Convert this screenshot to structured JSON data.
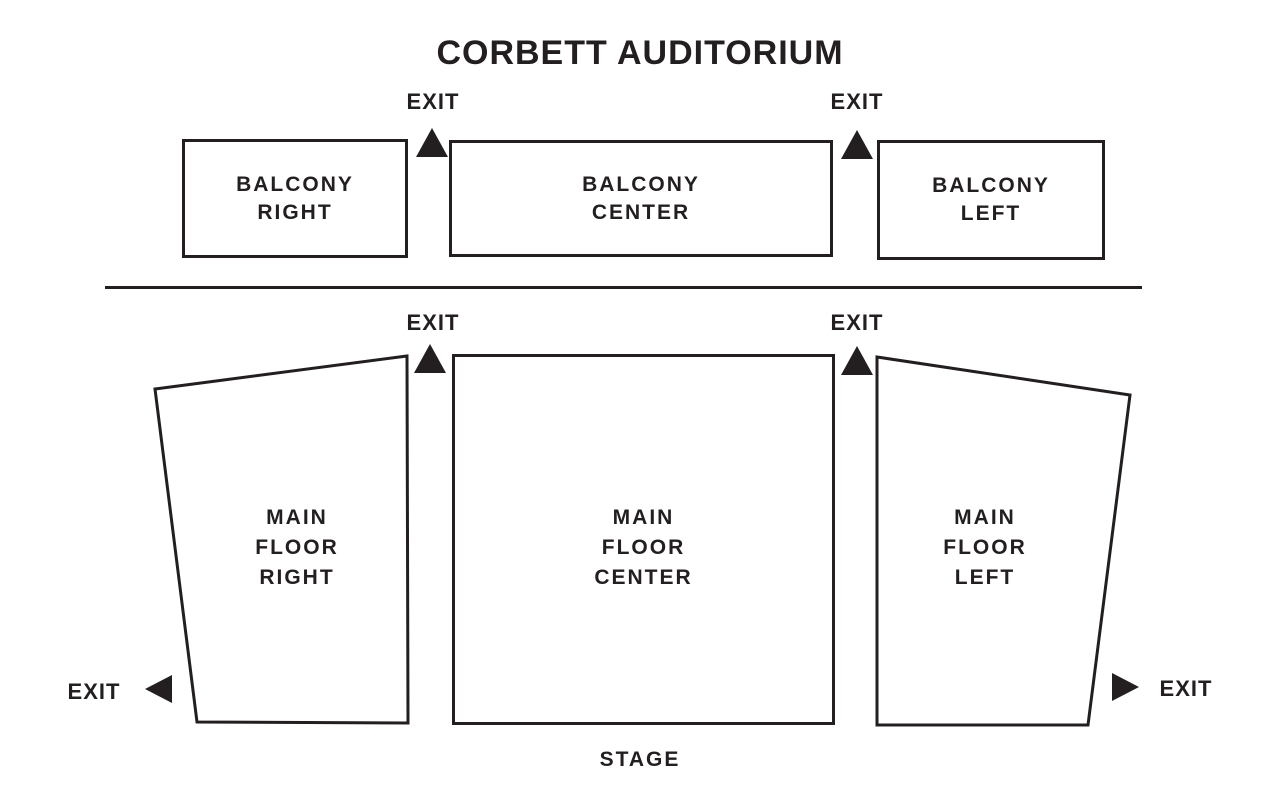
{
  "title": "CORBETT AUDITORIUM",
  "exit_label": "EXIT",
  "stage_label": "STAGE",
  "colors": {
    "ink": "#231f20",
    "background": "#ffffff"
  },
  "icons": {
    "exit_arrow_up": "triangle-up",
    "exit_arrow_left": "triangle-left",
    "exit_arrow_right": "triangle-right"
  },
  "balcony": {
    "right": {
      "line1": "BALCONY",
      "line2": "RIGHT"
    },
    "center": {
      "line1": "BALCONY",
      "line2": "CENTER"
    },
    "left": {
      "line1": "BALCONY",
      "line2": "LEFT"
    }
  },
  "main_floor": {
    "right": {
      "line1": "MAIN",
      "line2": "FLOOR",
      "line3": "RIGHT"
    },
    "center": {
      "line1": "MAIN",
      "line2": "FLOOR",
      "line3": "CENTER"
    },
    "left": {
      "line1": "MAIN",
      "line2": "FLOOR",
      "line3": "LEFT"
    }
  }
}
